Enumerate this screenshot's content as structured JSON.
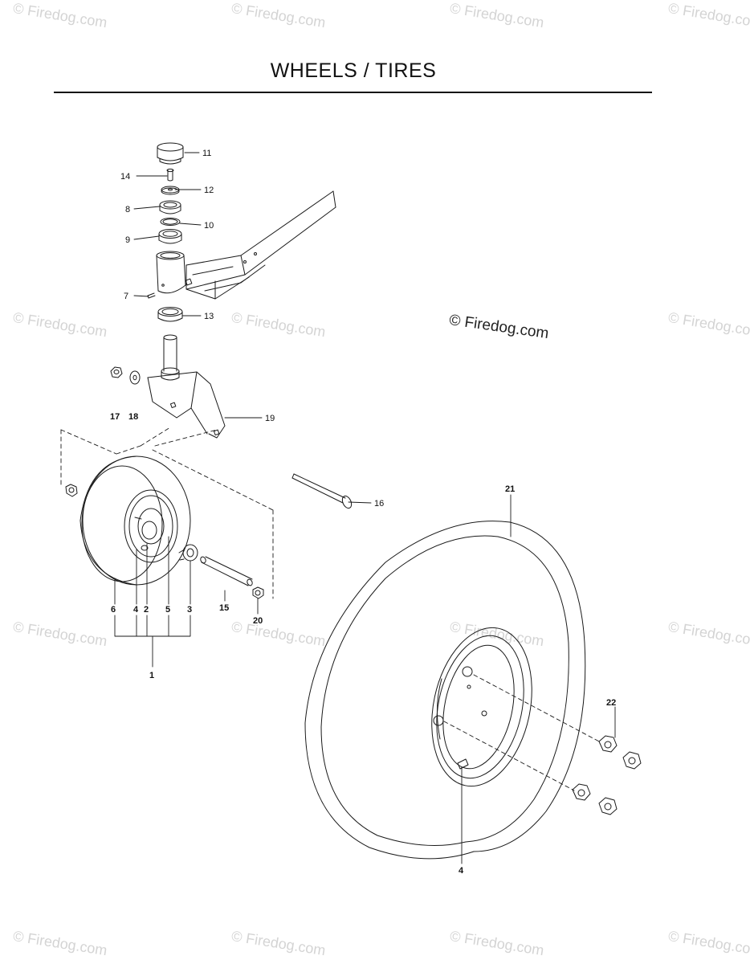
{
  "title": "WHEELS / TIRES",
  "watermark": "© Firedog.com",
  "watermark_main": "© Firedog.com",
  "callouts": {
    "c1": "1",
    "c2": "2",
    "c3": "3",
    "c4": "4",
    "c5": "5",
    "c6": "6",
    "c7": "7",
    "c8": "8",
    "c9": "9",
    "c10": "10",
    "c11": "11",
    "c12": "12",
    "c13": "13",
    "c14": "14",
    "c15": "15",
    "c16": "16",
    "c17": "17",
    "c18": "18",
    "c19": "19",
    "c20": "20",
    "c21": "21",
    "c22": "22",
    "c4b": "4"
  }
}
